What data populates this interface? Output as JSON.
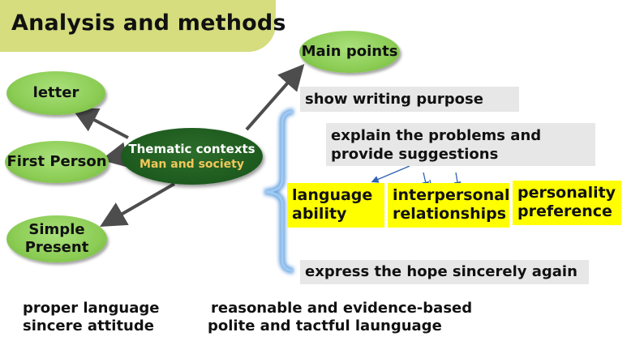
{
  "title": "Analysis and methods",
  "center": {
    "line1": "Thematic contexts",
    "line2": "Man and society"
  },
  "nodes": {
    "letter": "letter",
    "first_person": "First Person",
    "simple_present_1": "Simple",
    "simple_present_2": "Present",
    "main_points": "Main points"
  },
  "points": {
    "show": "show writing purpose",
    "explain_1": "explain the problems and",
    "explain_2": "provide suggestions",
    "express": "express the hope sincerely again"
  },
  "highlights": {
    "language_1": "language",
    "language_2": "ability",
    "inter_1": "interpersonal",
    "inter_2": "relationships",
    "personality_1": "personality",
    "personality_2": "preference"
  },
  "notes": {
    "left_1": "proper language",
    "left_2": "sincere attitude",
    "right_1": "reasonable and evidence-based",
    "right_2": "polite and tactful launguage"
  },
  "colors": {
    "title_bg": "#d5dd7e",
    "node_green": "#8ccd55",
    "center_green": "#1d5a1e",
    "center_sub": "#f2c75a",
    "highlight": "#ffff00",
    "grey_box": "#e7e7e7",
    "brace_blue": "#4a90d9"
  }
}
